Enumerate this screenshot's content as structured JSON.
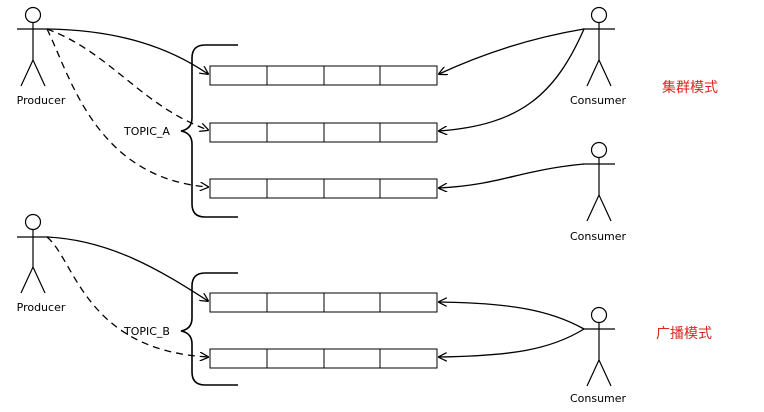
{
  "colors": {
    "line": "#000000",
    "mode_label": "#d42a1e",
    "background": "#ffffff"
  },
  "actors": {
    "producer_1": "Producer",
    "producer_2": "Producer",
    "consumer_1": "Consumer",
    "consumer_2": "Consumer",
    "consumer_3": "Consumer"
  },
  "topics": {
    "topic_a": "TOPIC_A",
    "topic_b": "TOPIC_B"
  },
  "modes": {
    "cluster": "集群模式",
    "broadcast": "广播模式"
  }
}
